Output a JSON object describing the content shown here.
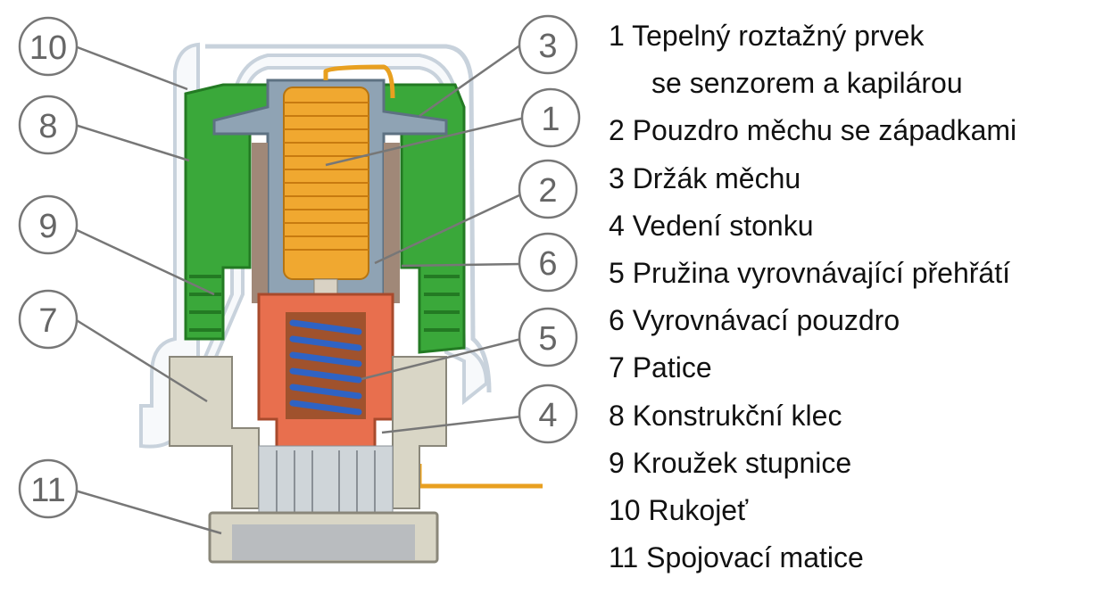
{
  "legend": [
    {
      "text": "1  Tepelný roztažný prvek"
    },
    {
      "text": "se senzorem a kapilárou",
      "continuation": true
    },
    {
      "text": "2  Pouzdro měchu se západkami"
    },
    {
      "text": "3  Držák měchu"
    },
    {
      "text": "4  Vedení stonku"
    },
    {
      "text": "5  Pružina vyrovnávající přehřátí"
    },
    {
      "text": "6  Vyrovnávací pouzdro"
    },
    {
      "text": "7  Patice"
    },
    {
      "text": "8  Konstrukční klec"
    },
    {
      "text": "9  Kroužek stupnice"
    },
    {
      "text": "10 Rukojeť"
    },
    {
      "text": "11  Spojovací matice"
    }
  ],
  "callouts": {
    "c1": "1",
    "c2": "2",
    "c3": "3",
    "c4": "4",
    "c5": "5",
    "c6": "6",
    "c7": "7",
    "c8": "8",
    "c9": "9",
    "c10": "10",
    "c11": "11"
  },
  "colors": {
    "handle_outline": "#c8d2dc",
    "handle_fill": "#f7f9fb",
    "green": "#3aa83a",
    "green_dark": "#237a23",
    "grey_blue": "#8fa3b4",
    "orange": "#e8a020",
    "salmon": "#e86f4e",
    "brown": "#a0522d",
    "spring_blue": "#2f63c4",
    "beige": "#d9d6c6",
    "callout": "#777777",
    "text": "#111111"
  }
}
